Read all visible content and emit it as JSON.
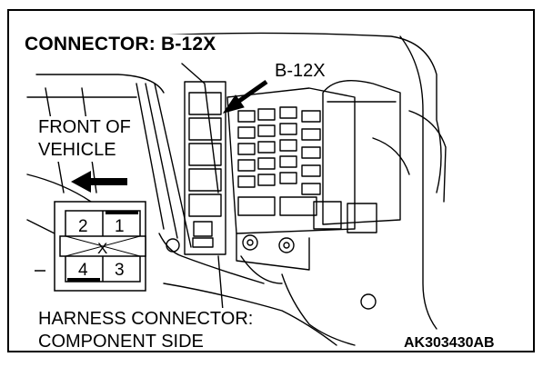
{
  "title": "CONNECTOR: B-12X",
  "callout_label": "B-12X",
  "front_label": [
    "FRONT OF",
    "VEHICLE"
  ],
  "harness_label": [
    "HARNESS CONNECTOR:",
    "COMPONENT SIDE"
  ],
  "figure_code": "AK303430AB",
  "connector_pins": [
    "2",
    "1",
    "4",
    "3"
  ],
  "connector_mark": "X",
  "colors": {
    "ink": "#000000",
    "paper": "#ffffff"
  }
}
